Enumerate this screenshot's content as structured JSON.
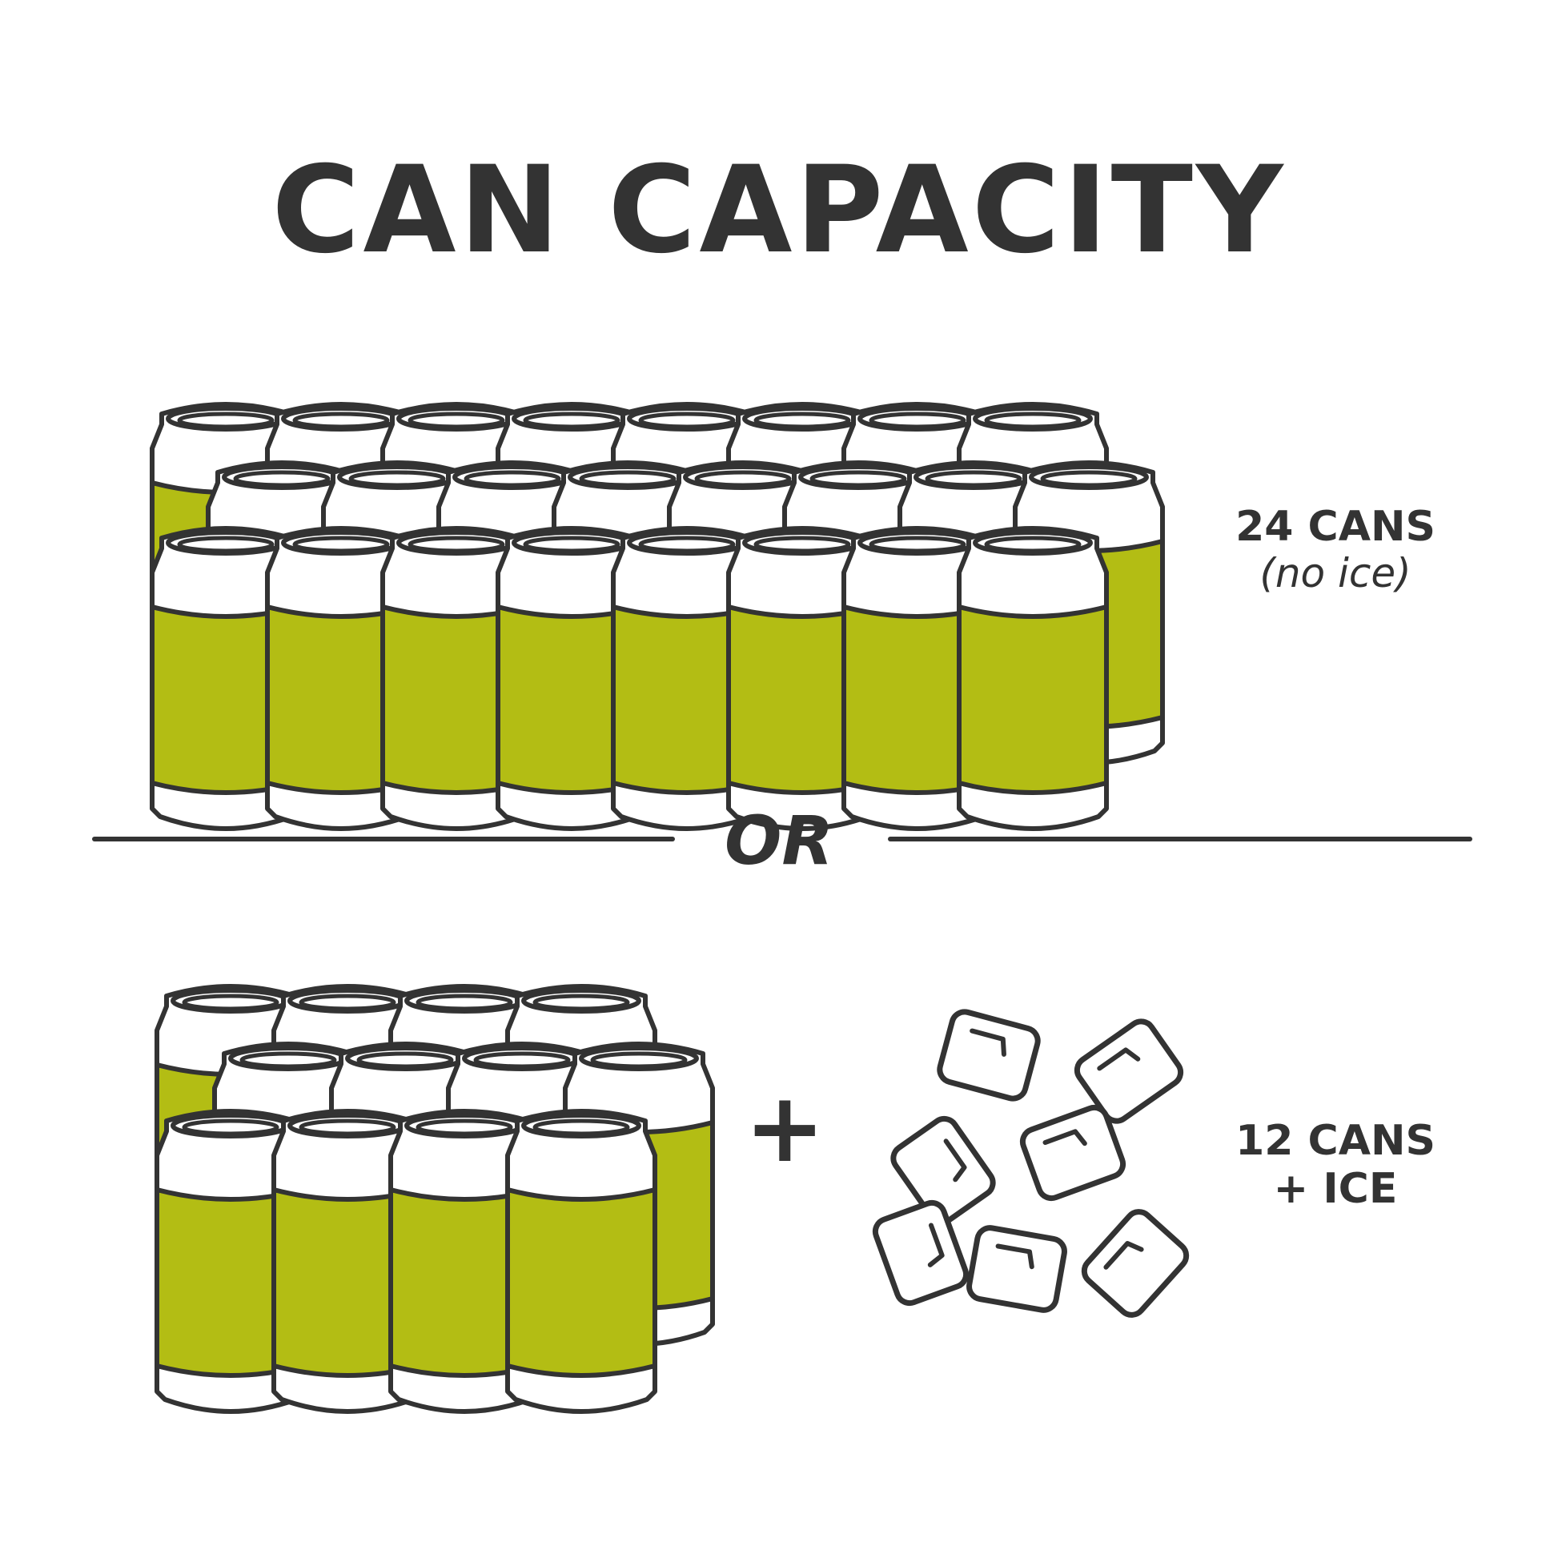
{
  "title": "CAN CAPACITY",
  "option_a": {
    "count_label": "24 CANS",
    "note": "(no ice)",
    "can_count": 24
  },
  "divider_text": "OR",
  "option_b": {
    "count_label": "12 CANS",
    "extra_label": "+ ICE",
    "can_count": 12
  },
  "plus_symbol": "+",
  "icons": [
    "can-icon",
    "ice-cubes-icon"
  ],
  "colors": {
    "ink": "#333333",
    "can_band": "#b3bd14",
    "background": "#ffffff"
  }
}
